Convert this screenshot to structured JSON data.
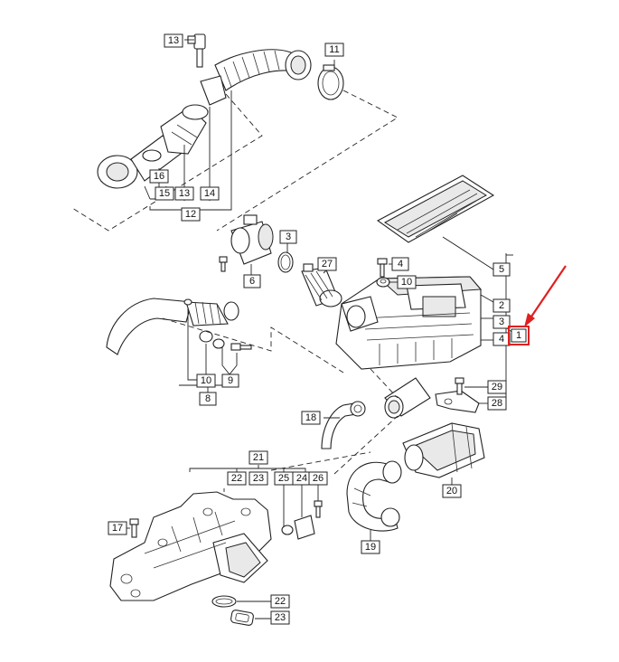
{
  "callouts": {
    "c13a": "13",
    "c11": "11",
    "c16": "16",
    "c15": "15",
    "c13b": "13",
    "c14": "14",
    "c12": "12",
    "c3a": "3",
    "c27": "27",
    "c6": "6",
    "c4": "4",
    "c10a": "10",
    "c5": "5",
    "c2": "2",
    "c3b": "3",
    "c4b": "4",
    "c1": "1",
    "c10b": "10",
    "c9": "9",
    "c8": "8",
    "c29": "29",
    "c28": "28",
    "c18": "18",
    "c20": "20",
    "c21": "21",
    "c22a": "22",
    "c23a": "23",
    "c25": "25",
    "c24": "24",
    "c26": "26",
    "c17": "17",
    "c19": "19",
    "c22b": "22",
    "c23b": "23"
  },
  "colors": {
    "highlight": "#e02020",
    "line": "#222222"
  }
}
